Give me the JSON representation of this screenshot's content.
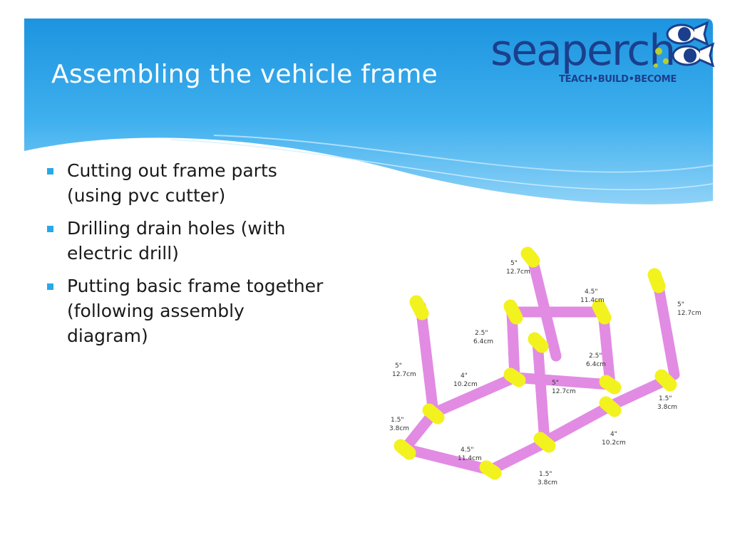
{
  "slide": {
    "title": "Assembling the vehicle frame",
    "bullets": [
      "Cutting out frame parts (using pvc cutter)",
      "Drilling drain holes (with electric drill)",
      "Putting basic frame together (following assembly diagram)"
    ]
  },
  "logo": {
    "wordmark": "seaperch",
    "tagline": "TEACH•BUILD•BECOME",
    "icon": "fish-eyes-icon"
  },
  "diagram": {
    "labels": {
      "back_left_riser_in": "5\"",
      "back_left_riser_cm": "12.7cm",
      "top_bar_in": "4.5\"",
      "top_bar_cm": "11.4cm",
      "right_riser_in": "5\"",
      "right_riser_cm": "12.7cm",
      "left_upright_in": "2.5\"",
      "left_upright_cm": "6.4cm",
      "mid_upright_in": "2.5\"",
      "mid_upright_cm": "6.4cm",
      "left_riser_in": "5\"",
      "left_riser_cm": "12.7cm",
      "left_crossbar_in": "4\"",
      "left_crossbar_cm": "10.2cm",
      "front_riser_in": "5\"",
      "front_riser_cm": "12.7cm",
      "right_end_in": "1.5\"",
      "right_end_cm": "3.8cm",
      "left_end_in": "1.5\"",
      "left_end_cm": "3.8cm",
      "right_crossbar_in": "4\"",
      "right_crossbar_cm": "10.2cm",
      "bottom_bar_in": "4.5\"",
      "bottom_bar_cm": "11.4cm",
      "bottom_end_in": "1.5\"",
      "bottom_end_cm": "3.8cm"
    }
  },
  "colors": {
    "header_blue": "#2aa2e6",
    "logo_navy": "#1b3f8c",
    "pipe_pink": "#e28be3",
    "fitting_yellow": "#f2f21e",
    "bullet_blue": "#29a8e8"
  }
}
